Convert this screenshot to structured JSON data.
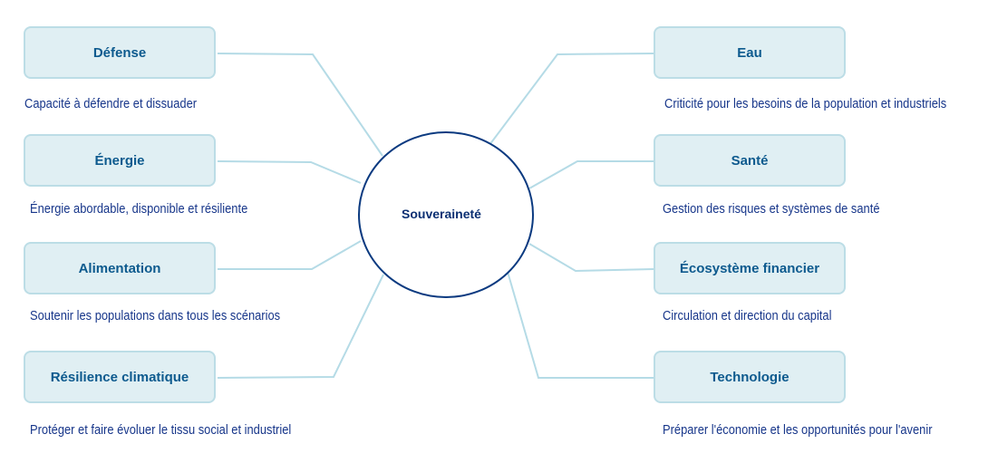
{
  "center": {
    "label": "Souveraineté"
  },
  "left": [
    {
      "title": "Défense",
      "description": "Capacité à défendre et dissuader"
    },
    {
      "title": "Énergie",
      "description": "Énergie abordable, disponible et résiliente"
    },
    {
      "title": "Alimentation",
      "description": "Soutenir les populations dans tous les scénarios"
    },
    {
      "title": "Résilience climatique",
      "description": "Protéger et faire évoluer le tissu social et industriel"
    }
  ],
  "right": [
    {
      "title": "Eau",
      "description": "Criticité pour les besoins de la population et industriels"
    },
    {
      "title": "Santé",
      "description": "Gestion des risques et systèmes de santé"
    },
    {
      "title": "Écosystème financier",
      "description": "Circulation et direction du capital"
    },
    {
      "title": "Technologie",
      "description": "Préparer l'économie et les opportunités pour l'avenir"
    }
  ],
  "colors": {
    "box_fill": "#e0eff3",
    "box_border": "#bcdde6",
    "connector": "#b5dbe6",
    "circle": "#0b3a80",
    "title": "#0d5a8e",
    "description": "#17368a"
  }
}
